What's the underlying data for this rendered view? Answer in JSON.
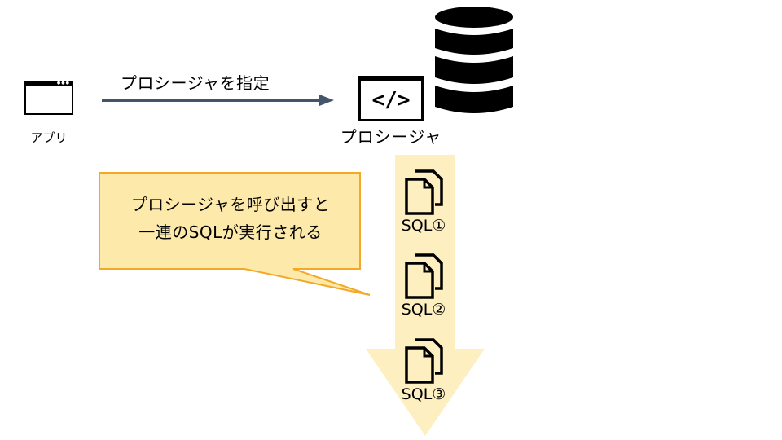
{
  "app": {
    "label": "アプリ",
    "icon": "app-window-icon"
  },
  "connector": {
    "label": "プロシージャを指定",
    "color": "#44546a"
  },
  "procedure": {
    "label": "プロシージャ",
    "code_glyph": "</>",
    "icon": "code-window-icon"
  },
  "database": {
    "icon": "database-icon"
  },
  "callout": {
    "line1": "プロシージャを呼び出すと",
    "line2": "一連のSQLが実行される",
    "fill": "#fde9a9",
    "border": "#f4a825"
  },
  "flow": {
    "fill": "#fdefc0"
  },
  "sql_items": [
    {
      "label": "SQL①",
      "icon": "document-icon"
    },
    {
      "label": "SQL②",
      "icon": "document-icon"
    },
    {
      "label": "SQL③",
      "icon": "document-icon"
    }
  ]
}
